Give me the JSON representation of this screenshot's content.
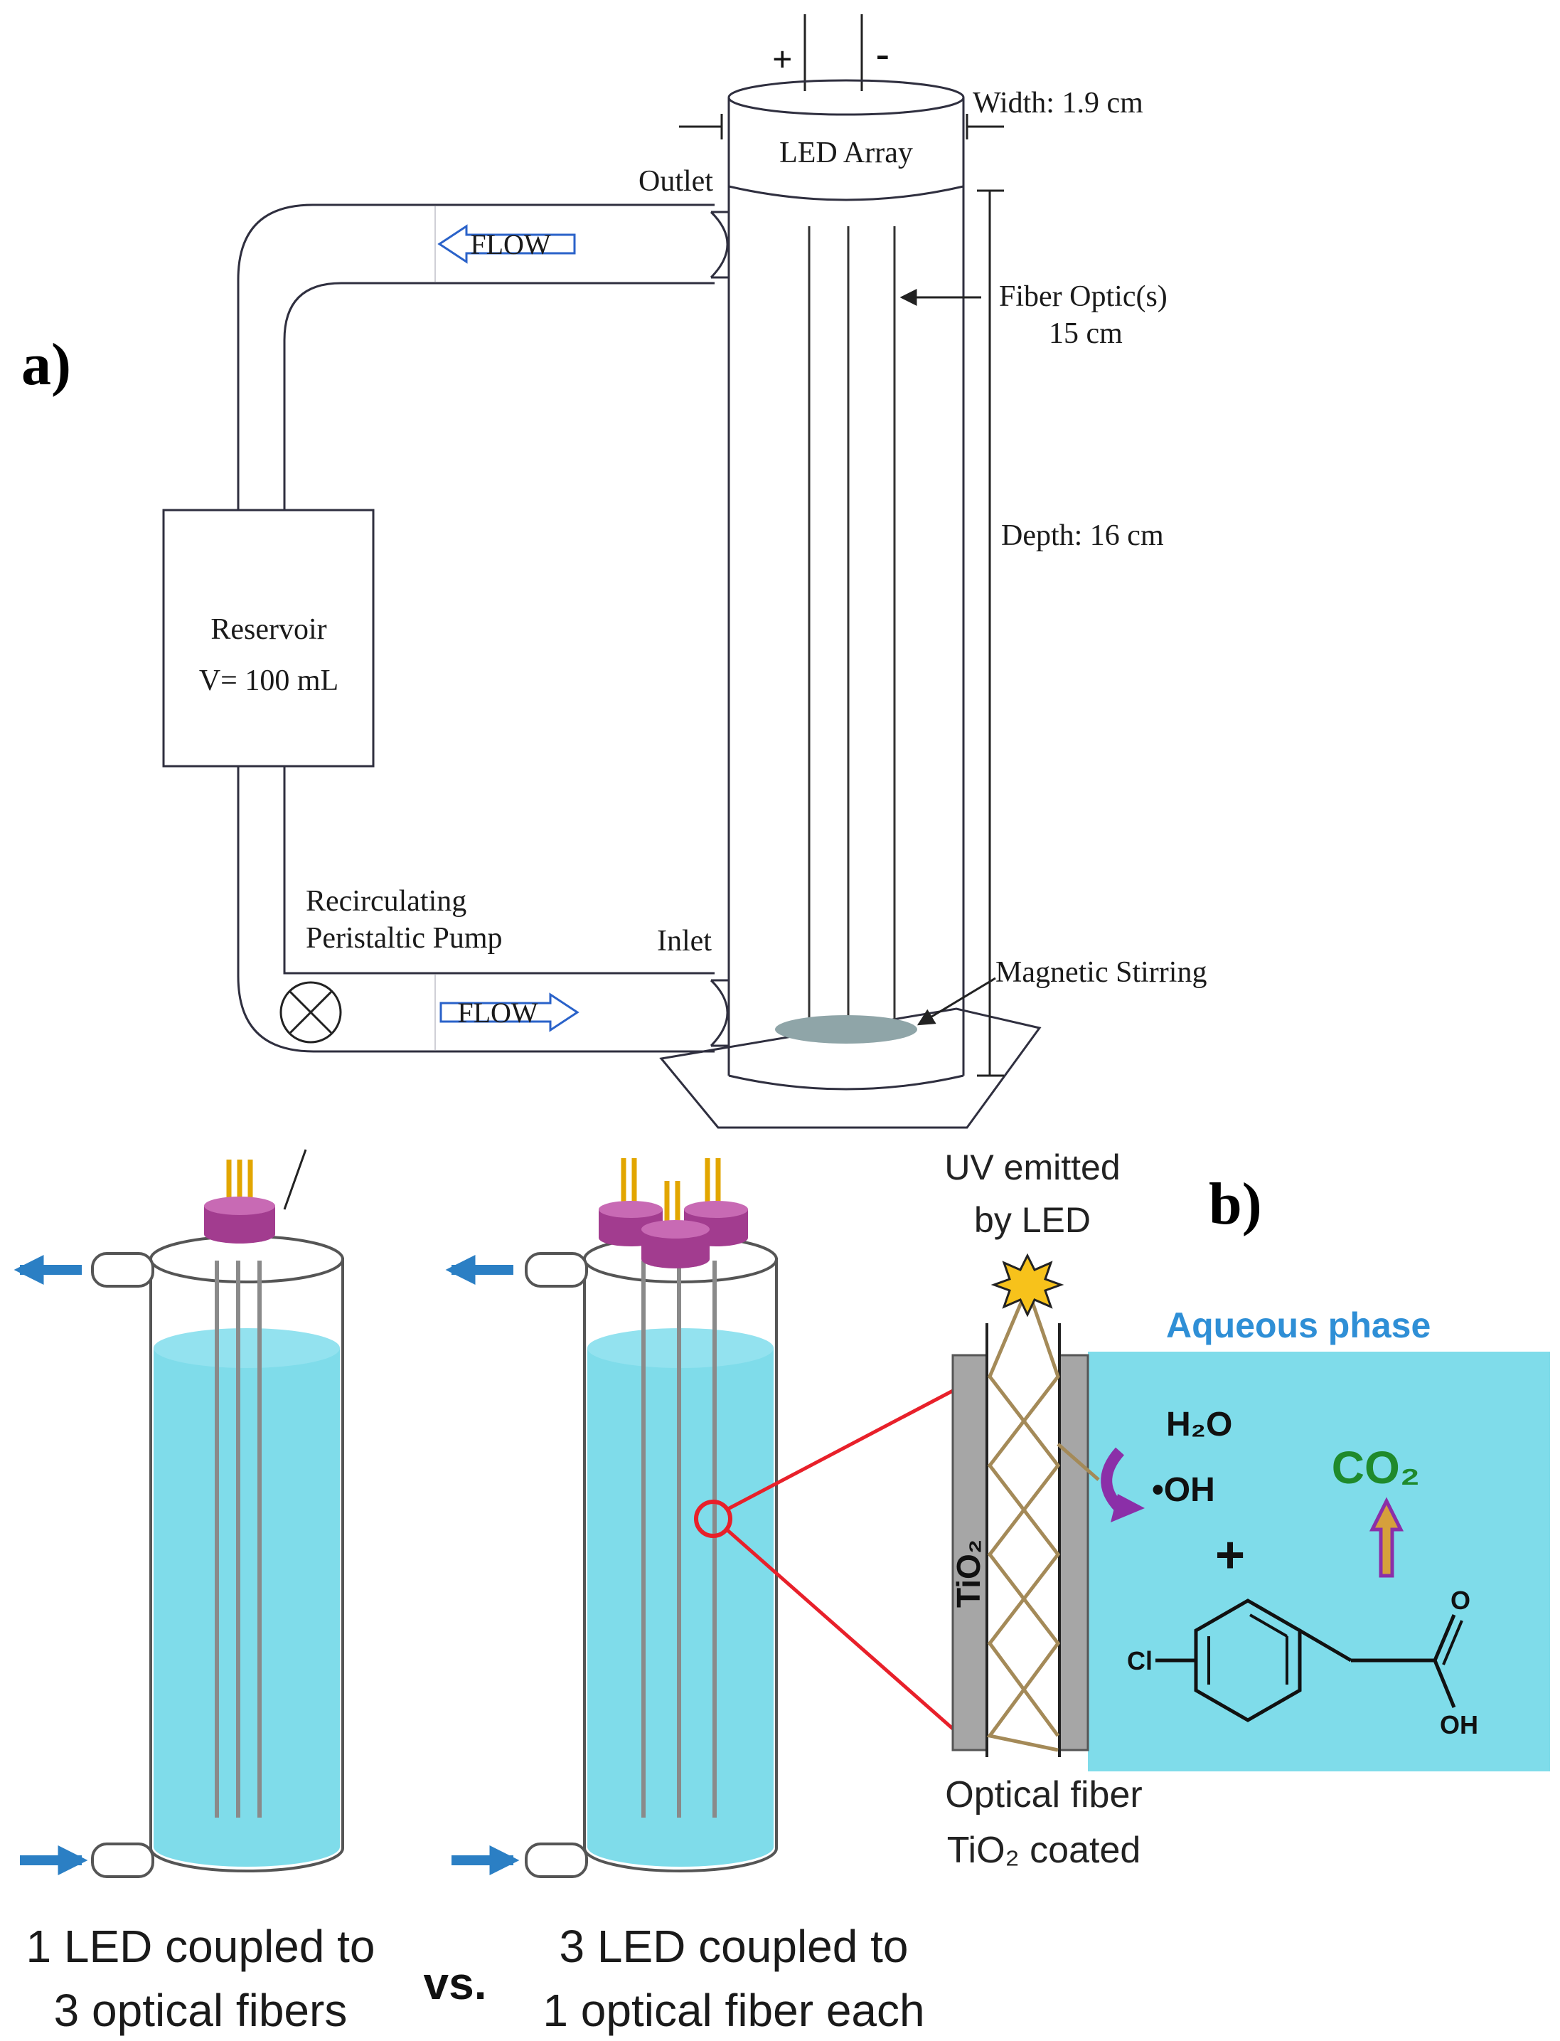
{
  "panel_a": {
    "label": "a)",
    "terminal_plus": "+",
    "terminal_minus": "-",
    "width_label": "Width: 1.9 cm",
    "led_array": "LED Array",
    "outlet": "Outlet",
    "inlet": "Inlet",
    "flow_top": "FLOW",
    "flow_bottom": "FLOW",
    "fiber_optic_line1": "Fiber Optic(s)",
    "fiber_optic_line2": "15 cm",
    "depth_label": "Depth: 16 cm",
    "reservoir_line1": "Reservoir",
    "reservoir_line2": "V= 100 mL",
    "pump_line1": "Recirculating",
    "pump_line2": "Peristaltic Pump",
    "magnetic_stirring": "Magnetic Stirring"
  },
  "panel_b": {
    "label": "b)",
    "uv_line1": "UV emitted",
    "uv_line2": "by LED",
    "aqueous_phase": "Aqueous phase",
    "water": "H₂O",
    "hydroxyl": "•OH",
    "plus": "+",
    "co2": "CO₂",
    "tio2": "TiO₂",
    "chloro": "Cl",
    "carbonyl_o": "O",
    "hydroxy": "OH",
    "fiber_line1": "Optical fiber",
    "fiber_line2": "TiO₂ coated",
    "caption_left_line1": "1 LED coupled to",
    "caption_left_line2": "3 optical fibers",
    "versus": "vs.",
    "caption_right_line1": "3 LED coupled to",
    "caption_right_line2": "1 optical fiber each"
  },
  "colors": {
    "water": "#7fdcea",
    "led": "#a23c8f",
    "arrow": "#2b7fc4",
    "flow_arrow": "#2a62c9",
    "aqueous_text": "#2f8fd6",
    "co2_text": "#1f8a2c",
    "magnify": "#e8202a",
    "stirrer": "#8fa5a8",
    "fiber_wall": "#a6a6a6",
    "zigzag": "#a48a58",
    "curved_arrow": "#8b2fa8"
  }
}
